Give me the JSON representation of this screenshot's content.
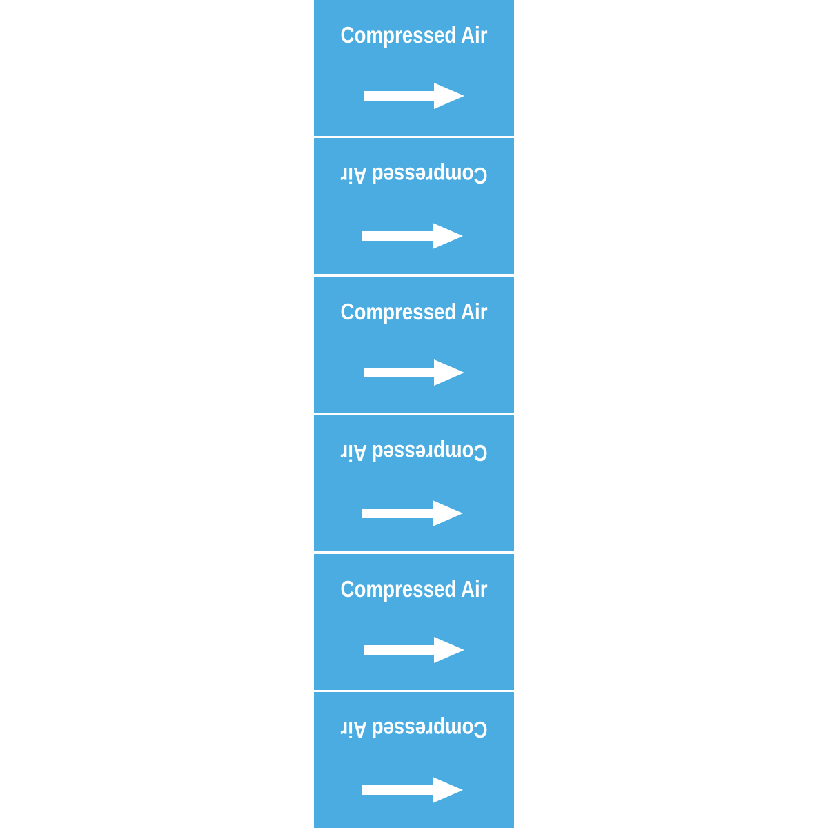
{
  "colors": {
    "background": "#4aace0",
    "text": "#ffffff",
    "page": "#ffffff"
  },
  "label_panels": [
    {
      "text": "Compressed Air",
      "orientation": "upright",
      "arrow": "arrow-right-icon"
    },
    {
      "text": "Compressed Air",
      "orientation": "upside-down",
      "arrow": "arrow-right-icon"
    },
    {
      "text": "Compressed Air",
      "orientation": "upright",
      "arrow": "arrow-right-icon"
    },
    {
      "text": "Compressed Air",
      "orientation": "upside-down",
      "arrow": "arrow-right-icon"
    },
    {
      "text": "Compressed Air",
      "orientation": "upright",
      "arrow": "arrow-right-icon"
    },
    {
      "text": "Compressed Air",
      "orientation": "upside-down",
      "arrow": "arrow-right-icon"
    }
  ]
}
